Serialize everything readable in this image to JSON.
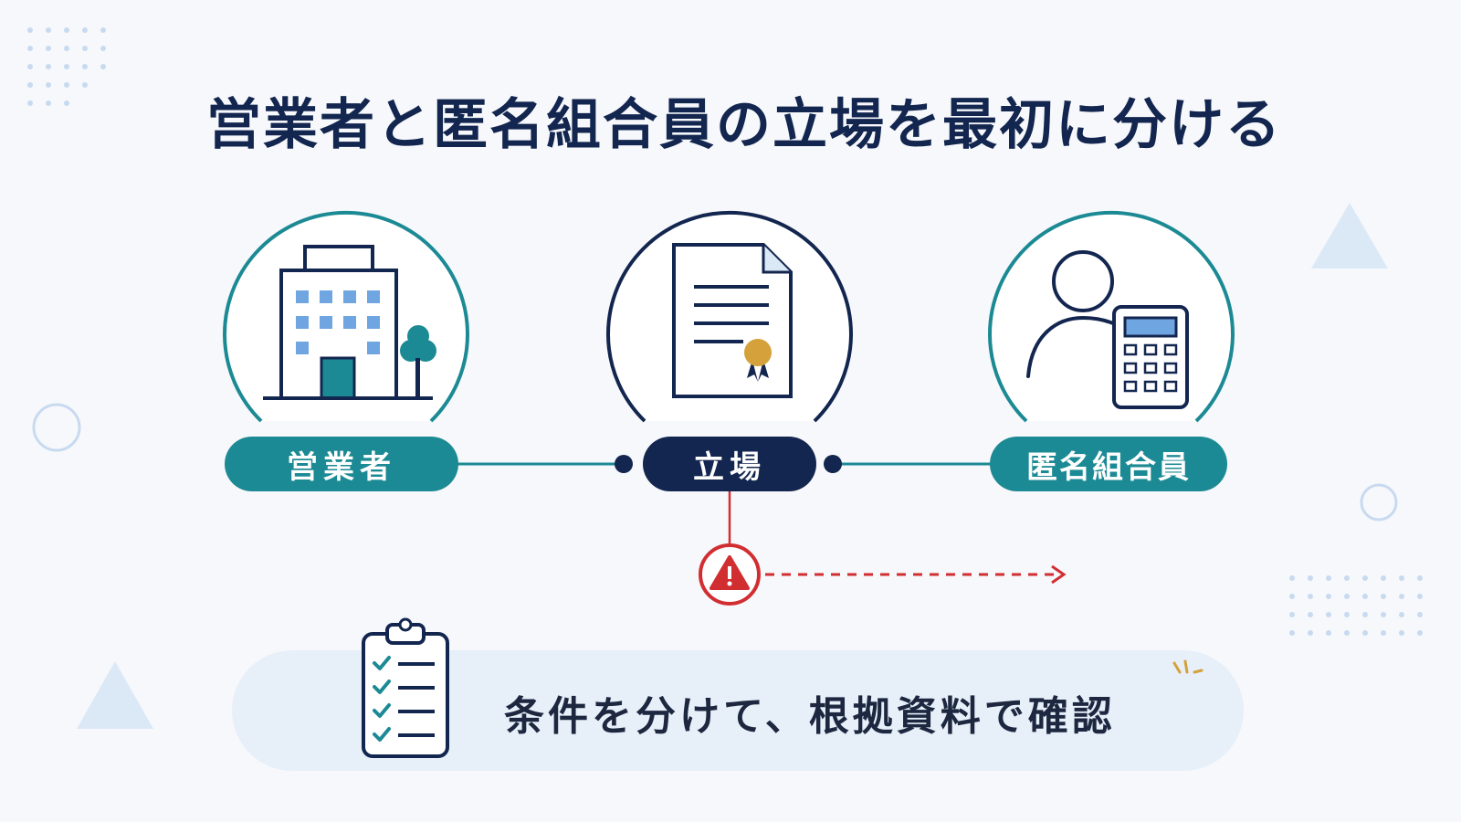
{
  "title": "営業者と匿名組合員の立場を最初に分ける",
  "nodes": {
    "left": {
      "label": "営業者",
      "icon": "office-building-icon"
    },
    "center": {
      "label": "立場",
      "icon": "certificate-document-icon"
    },
    "right": {
      "label": "匿名組合員",
      "icon": "person-calculator-icon"
    }
  },
  "warning": {
    "icon": "warning-icon"
  },
  "summary": {
    "text": "条件を分けて、根拠資料で確認",
    "icon": "checklist-clipboard-icon"
  },
  "colors": {
    "navy": "#13264f",
    "teal": "#1c8a94",
    "warning_red": "#d12e32",
    "gold": "#d4a13a",
    "light_blue": "#dbe9f7"
  }
}
